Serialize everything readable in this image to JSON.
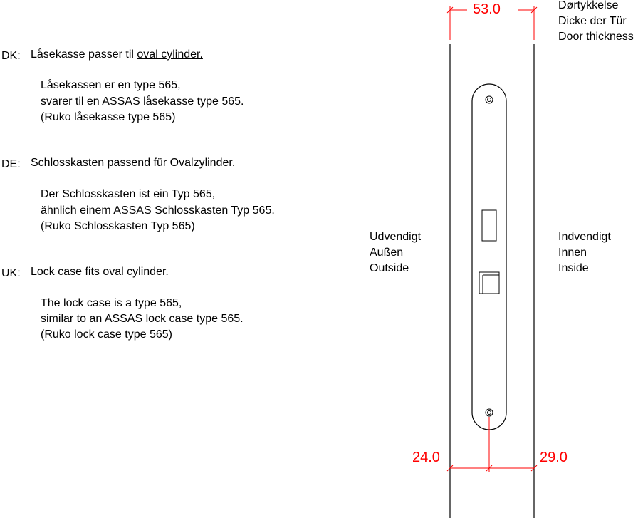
{
  "colors": {
    "dimension": "#ff0000",
    "lines": "#000000",
    "background": "#ffffff"
  },
  "dk": {
    "prefix": "DK:",
    "line1_text": "Låsekasse passer til ",
    "line1_underlined": "oval cylinder.",
    "para": [
      "Låsekassen er en type 565,",
      "svarer til en ASSAS låsekasse type 565.",
      "(Ruko låsekasse type 565)"
    ]
  },
  "de": {
    "prefix": "DE:",
    "line1": "Schlosskasten passend für Ovalzylinder.",
    "para": [
      "Der Schlosskasten ist ein Typ 565,",
      "ähnlich einem ASSAS Schlosskasten Typ 565.",
      "(Ruko Schlosskasten Typ 565)"
    ]
  },
  "uk": {
    "prefix": "UK:",
    "line1": "Lock case fits oval cylinder.",
    "para": [
      "The lock case is a type 565,",
      "similar to an ASSAS lock case type 565.",
      "(Ruko lock case type 565)"
    ]
  },
  "door_thickness": {
    "value": "53.0",
    "labels": [
      "Dørtykkelse",
      "Dicke der Tür",
      "Door thickness"
    ]
  },
  "outside_labels": [
    "Udvendigt",
    "Außen",
    "Outside"
  ],
  "inside_labels": [
    "Indvendigt",
    "Innen",
    "Inside"
  ],
  "offset_left": "24.0",
  "offset_right": "29.0"
}
